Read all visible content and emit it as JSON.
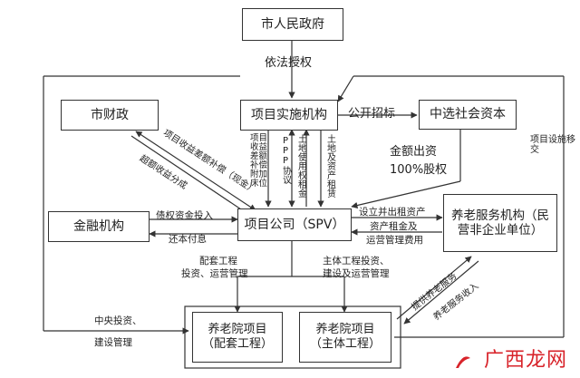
{
  "boxes": {
    "government": "市人民政府",
    "implementer": "项目实施机构",
    "finance_bureau": "市财政",
    "social_capital": "中选社会资本",
    "financial_inst": "金融机构",
    "spv": "项目公司（SPV）",
    "elderly_service": "养老服务机构（民营非企业单位）",
    "project_supporting_1": "养老院项目",
    "project_supporting_2": "（配套工程）",
    "project_main_1": "养老院项目",
    "project_main_2": "（主体工程）"
  },
  "labels": {
    "authorize": "依法授权",
    "tender": "公开招标",
    "equity_1": "金额出资",
    "equity_2": "100%股权",
    "subsidy": "项目收益差额补偿（现金）",
    "excess_share": "超额收益分成",
    "gap_fill": "项目收益差额补偿附加床位",
    "ppp_agreement": "PPP协议",
    "land_rent": "土地使用权租金",
    "land_lease": "土地及资产租赁",
    "transfer": "项目设施移交",
    "debt_in": "债权资金投入",
    "repay": "还本付息",
    "lease_out_1": "设立并出租资产",
    "lease_out_2": "资产租金及",
    "lease_out_3": "运营管理费用",
    "support_invest_1": "配套工程",
    "support_invest_2": "投资、运营管理",
    "main_invest_1": "主体工程投资、",
    "main_invest_2": "建设及运营管理",
    "central_1": "中央投资、",
    "central_2": "建设管理",
    "provide_service": "提供养老服务",
    "service_income": "养老服务收入"
  },
  "watermark": "广西龙网"
}
